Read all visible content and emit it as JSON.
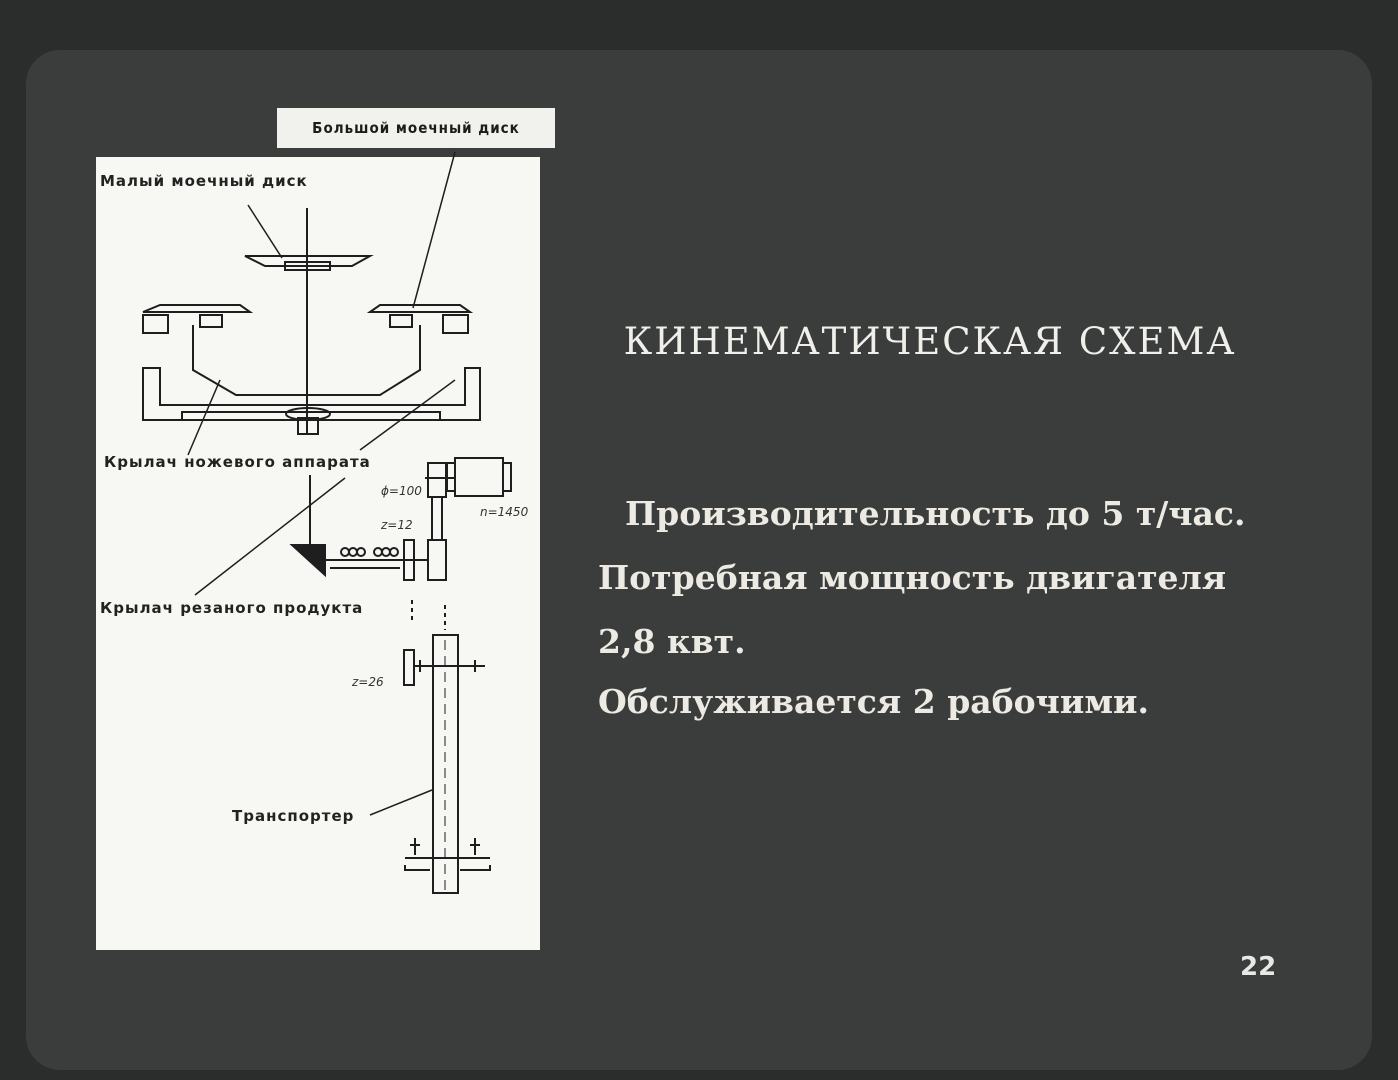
{
  "diagram": {
    "labels": {
      "big_disc": "Большой моечный диск",
      "small_disc": "Малый моечный диск",
      "knife_impeller": "Крылач ножевого аппарата",
      "cut_product_impeller": "Крылач резаного продукта",
      "conveyor": "Транспортер"
    },
    "annotations": {
      "phi": "ϕ=100",
      "z12": "z=12",
      "n": "n=1450",
      "z26": "z=26"
    }
  },
  "slide": {
    "title": "КИНЕМАТИЧЕСКАЯ СХЕМА",
    "lines": [
      "Производительность до 5 т/час.",
      "Потребная мощность двигателя",
      "2,8 квт.",
      "Обслуживается 2 рабочими."
    ],
    "page_number": "22"
  }
}
